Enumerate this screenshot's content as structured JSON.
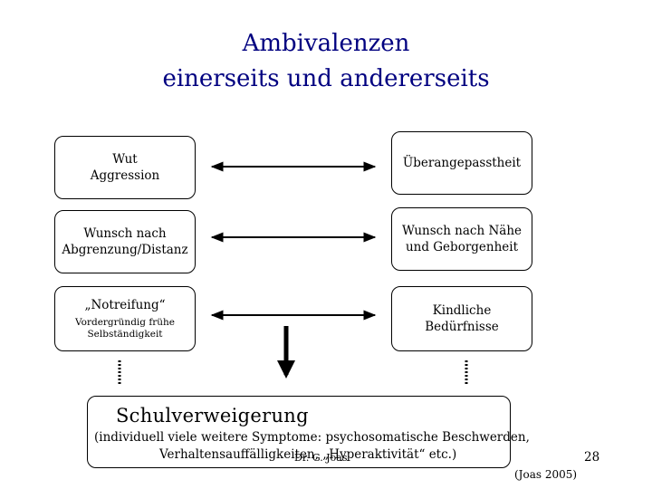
{
  "title": {
    "line1": "Ambivalenzen",
    "line2": "einerseits und andererseits"
  },
  "left_boxes": [
    {
      "lines": [
        "Wut",
        "Aggression"
      ]
    },
    {
      "lines": [
        "Wunsch nach",
        "Abgrenzung/Distanz"
      ]
    },
    {
      "lines": [
        "„Notreifung“"
      ],
      "sub_lines": [
        "Vordergründig frühe",
        "Selbständigkeit"
      ]
    }
  ],
  "right_boxes": [
    {
      "lines": [
        "Überangepasstheit"
      ]
    },
    {
      "lines": [
        "Wunsch nach Nähe",
        "und Geborgenheit"
      ]
    },
    {
      "lines": [
        "Kindliche",
        "Bedürfnisse"
      ]
    }
  ],
  "result": {
    "title": "Schulverweigerung",
    "line1": "(individuell viele weitere Symptome: psychosomatische Beschwerden,",
    "line2": "Verhaltensauffälligkeiten, „Hyperaktivität“ etc.)"
  },
  "footer": {
    "author": "Dr. G. Joas",
    "page_number": "28",
    "citation": "(Joas 2005)"
  },
  "colors": {
    "title": "#000080",
    "lines": "#000000"
  }
}
